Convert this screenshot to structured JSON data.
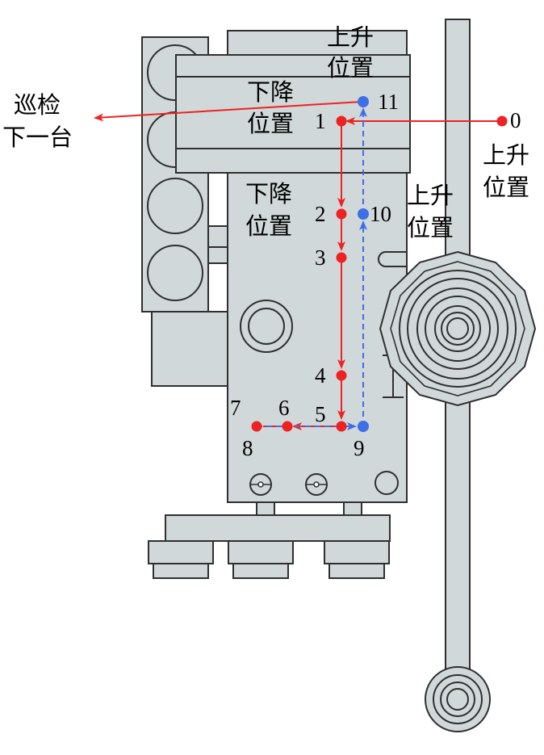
{
  "labels": {
    "rise_top": [
      "上升",
      "位置"
    ],
    "descend_top": [
      "下降",
      "位置"
    ],
    "descend_mid": [
      "下降",
      "位置"
    ],
    "rise_mid": [
      "上升",
      "位置"
    ],
    "rise_right": [
      "上升",
      "位置"
    ],
    "next_station": [
      "巡检",
      "下一台"
    ]
  },
  "points": {
    "p0": "0",
    "p1": "1",
    "p2": "2",
    "p3": "3",
    "p4": "4",
    "p5": "5",
    "p6": "6",
    "p7": "7",
    "p8": "8",
    "p9": "9",
    "p10": "10",
    "p11": "11"
  },
  "colors": {
    "red_path": "#ee2222",
    "blue_path": "#3f6fe6",
    "machine_fill": "#d1d8d9",
    "outline": "#2f2f2f"
  }
}
